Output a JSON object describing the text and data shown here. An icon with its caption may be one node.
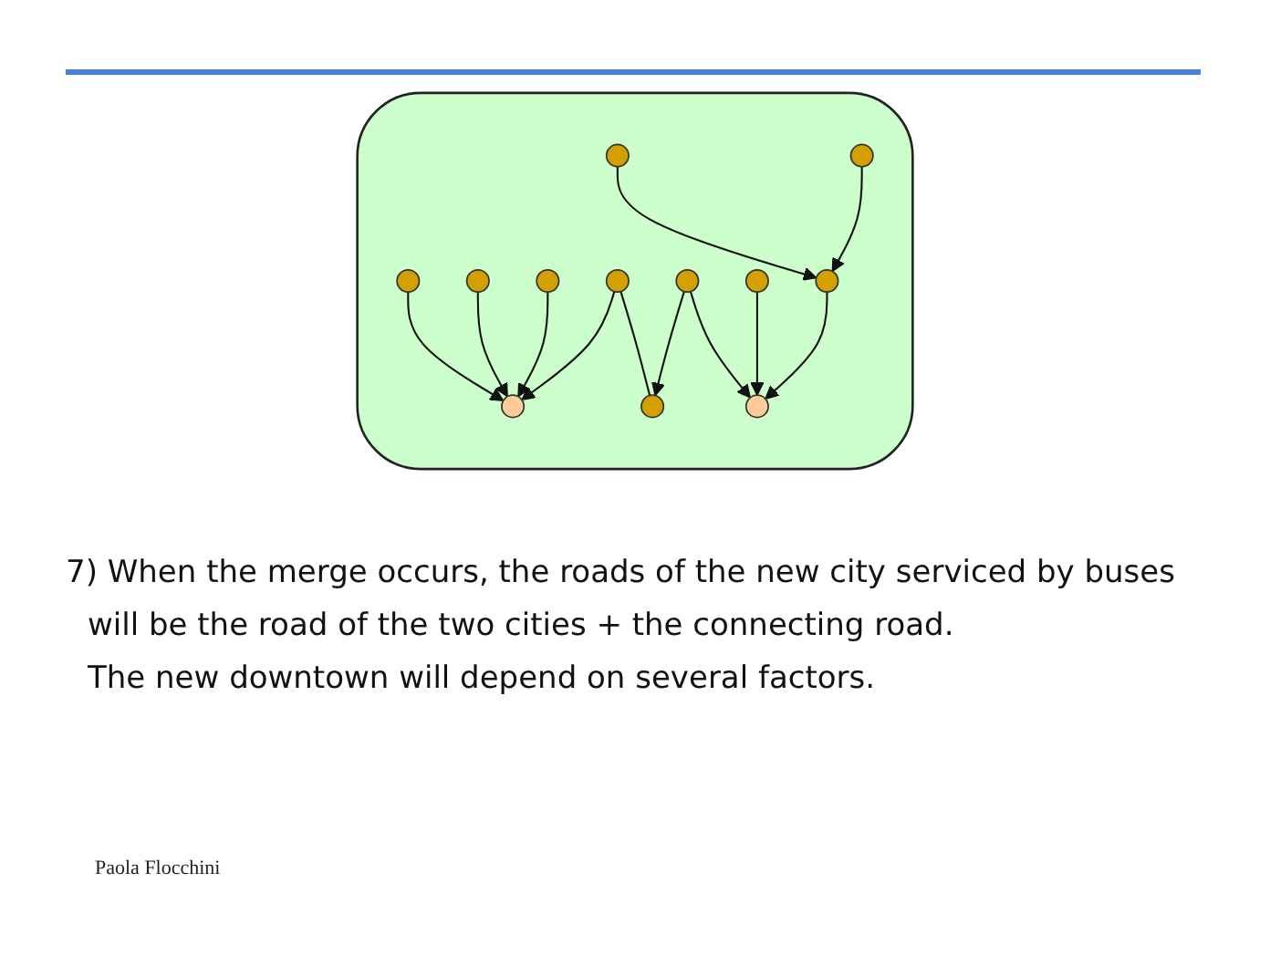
{
  "diagram": {
    "nodes": [
      {
        "text": [],
        "shape": "cloud"
      },
      {
        "text": [],
        "shape": "circle",
        "in": 0
      },
      {
        "text": [],
        "shape": "circle",
        "in": 0
      },
      {
        "text": [],
        "shape": "circle",
        "in": 0
      },
      {
        "text": [],
        "shape": "circle",
        "in": 0
      },
      {
        "text": [],
        "shape": "circle",
        "in": 0
      },
      {
        "text": [],
        "shape": "circle",
        "in": 0
      },
      {
        "text": [],
        "shape": "circle",
        "in": 0
      },
      {
        "text": [],
        "shape": "circle",
        "in": 0
      },
      {
        "text": [],
        "shape": "circle",
        "in": 0
      },
      {
        "text": [],
        "shape": "circle",
        "in": 0
      },
      {
        "text": [],
        "shape": "circle",
        "in": 0
      },
      {
        "text": [],
        "shape": "circle",
        "in": 0
      }
    ],
    "edges": [
      {
        "from": 2,
        "to": 1,
        "arrow": "to"
      },
      {
        "from": 3,
        "to": 1,
        "arrow": "to"
      },
      {
        "from": 4,
        "to": 1,
        "arrow": "to"
      },
      {
        "from": 5,
        "to": 1,
        "arrow": "to"
      },
      {
        "from": 5,
        "to": 6,
        "arrow": "none"
      },
      {
        "from": 9,
        "to": 6,
        "arrow": "to"
      },
      {
        "from": 8,
        "to": 7,
        "arrow": "to"
      },
      {
        "from": 9,
        "to": 7,
        "arrow": "to"
      },
      {
        "from": 10,
        "to": 7,
        "arrow": "to"
      },
      {
        "from": 11,
        "to": 10,
        "arrow": "to"
      },
      {
        "from": 12,
        "to": 10,
        "arrow": "to"
      }
    ],
    "labels": [
      "7) When the merge occurs, the roads of the new city serviced by buses will be the road of the two cities + the connecting road.",
      "The new downtown will depend on several factors.",
      "Paola Flocchini"
    ]
  }
}
